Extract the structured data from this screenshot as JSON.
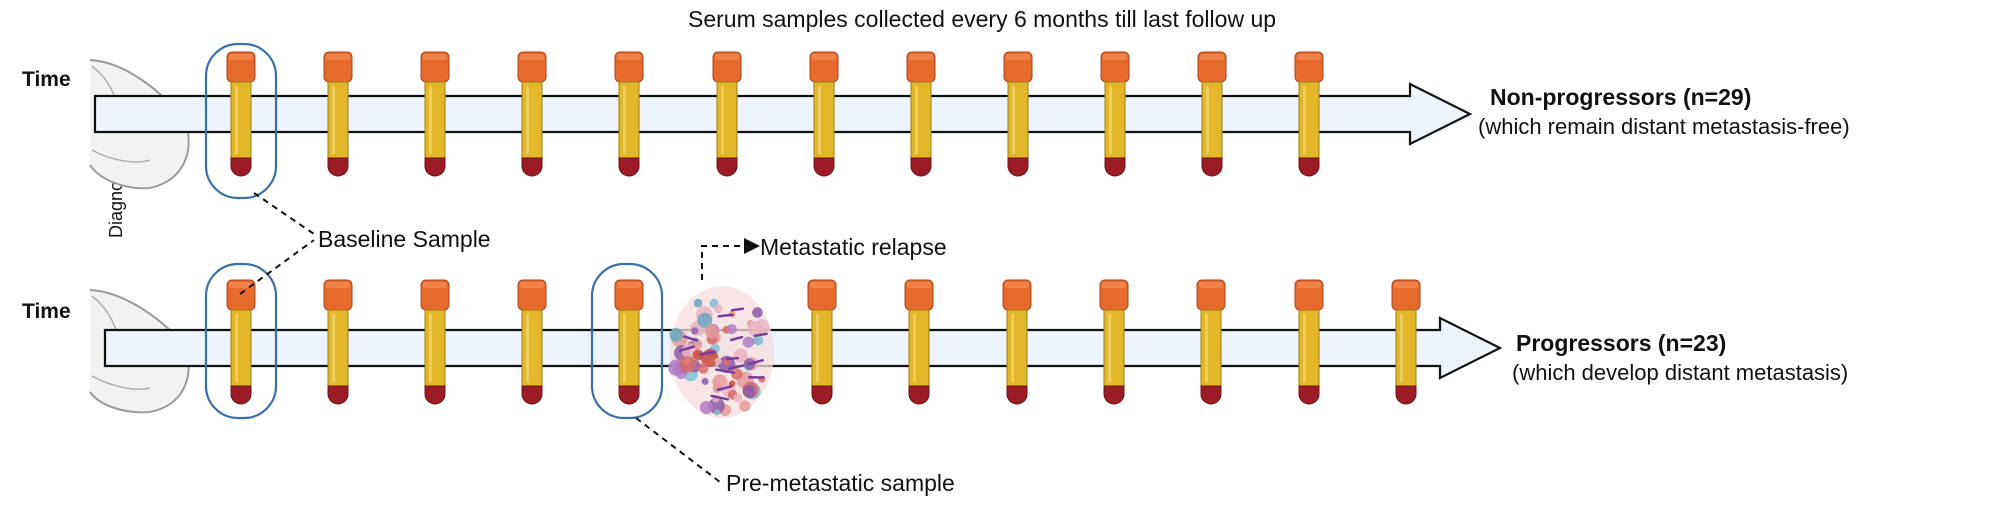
{
  "header": {
    "title": "Serum samples collected every 6 months till last follow up"
  },
  "labels": {
    "time": "Time",
    "diagnosis": "Diagnosis",
    "baseline_sample": "Baseline Sample",
    "metastatic_relapse": "Metastatic relapse",
    "pre_metastatic_sample": "Pre-metastatic sample"
  },
  "timelines": [
    {
      "group": "Non-progressors (n=29)",
      "description": "(which remain distant metastasis-free)",
      "tube_count": 12
    },
    {
      "group": "Progressors (n=23)",
      "description": "(which develop distant metastasis)",
      "tube_count": 12
    }
  ],
  "colors": {
    "tube_body": "#e2b72a",
    "tube_cap": "#e66a2c",
    "blood": "#9b1c25",
    "arrow_fill": "#eef4fb",
    "highlight_ring": "#3c6ea8",
    "tumor": "#c94a3c"
  }
}
